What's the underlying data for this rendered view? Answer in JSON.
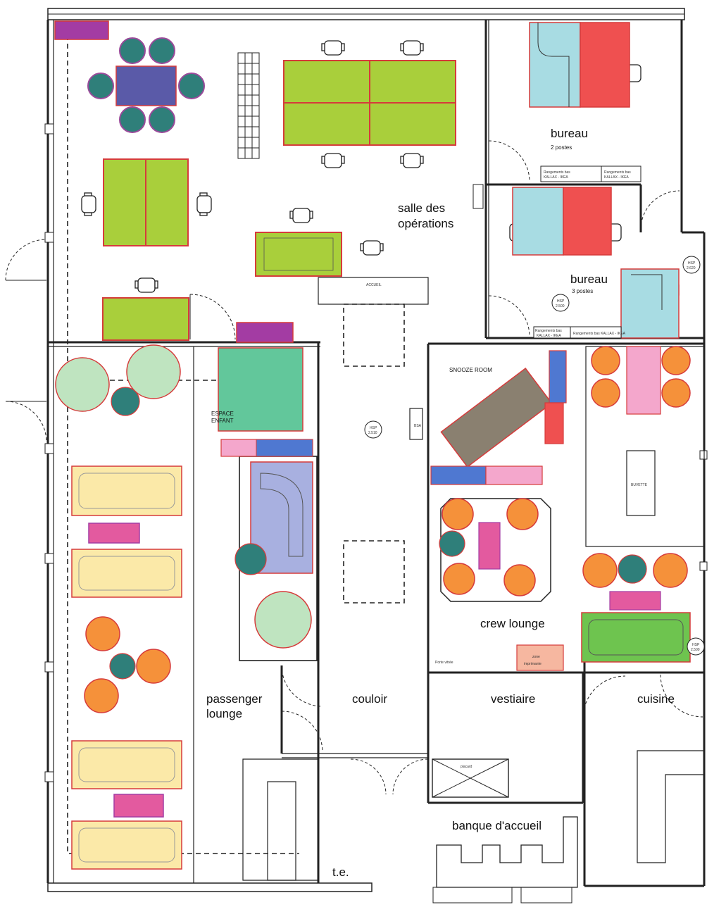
{
  "colors": {
    "table_green": "#a9cf3b",
    "outline_red": "#d63b3b",
    "desk_cyan": "#a8dce3",
    "desk_red": "#ef5050",
    "teal": "#2f7f7a",
    "purple_table": "#5a5aa8",
    "magenta": "#a33ca3",
    "mint": "#62c79b",
    "sofa_yellow": "#fbe9a8",
    "lavender": "#a8b0e0",
    "pale_green": "#bfe4c0",
    "orange": "#f5913a",
    "gray_table": "#8a8070",
    "pink": "#f4a7cc",
    "bright_pink": "#e35a9f",
    "blue": "#4f78d1",
    "green_sofa": "#6ec44f",
    "salmon": "#f6b7a0"
  },
  "rooms": {
    "operations": "salle des opérations",
    "bureau_top": "bureau",
    "bureau_top_sub": "2 postes",
    "bureau_mid": "bureau",
    "bureau_mid_sub": "3 postes",
    "passenger": "passenger lounge",
    "passenger_line1": "passenger",
    "passenger_line2": "lounge",
    "couloir": "couloir",
    "vestiaire": "vestiaire",
    "cuisine": "cuisine",
    "crew": "crew lounge",
    "banque": "banque d'accueil",
    "te": "t.e.",
    "snooze": "SNOOZE ROOM",
    "espace1": "ESPACE",
    "espace2": "ENFANT",
    "buvette": "BUVETTE",
    "placard": "placard",
    "accueil": "ACCUEIL",
    "zone1": "zone",
    "zone2": "imprimante"
  },
  "labels": {
    "kallax_a1": "Rangements bas",
    "kallax_a2": "KALLAX - IKEA",
    "kallax_b1": "Rangements bas",
    "kallax_b2": "KALLAX - IKEA",
    "kallax_c1": "Rangements bas",
    "kallax_c2": "KALLAX - IKEA",
    "kallax_d": "Rangements bas KALLAX - IKEA",
    "hsp_label": "HSP",
    "hsp1": "2.620",
    "hsp2": "2.500",
    "hsp3": "2.510",
    "hsp4": "2.500",
    "bsa": "BSA",
    "porte": "Porte vitrée"
  }
}
